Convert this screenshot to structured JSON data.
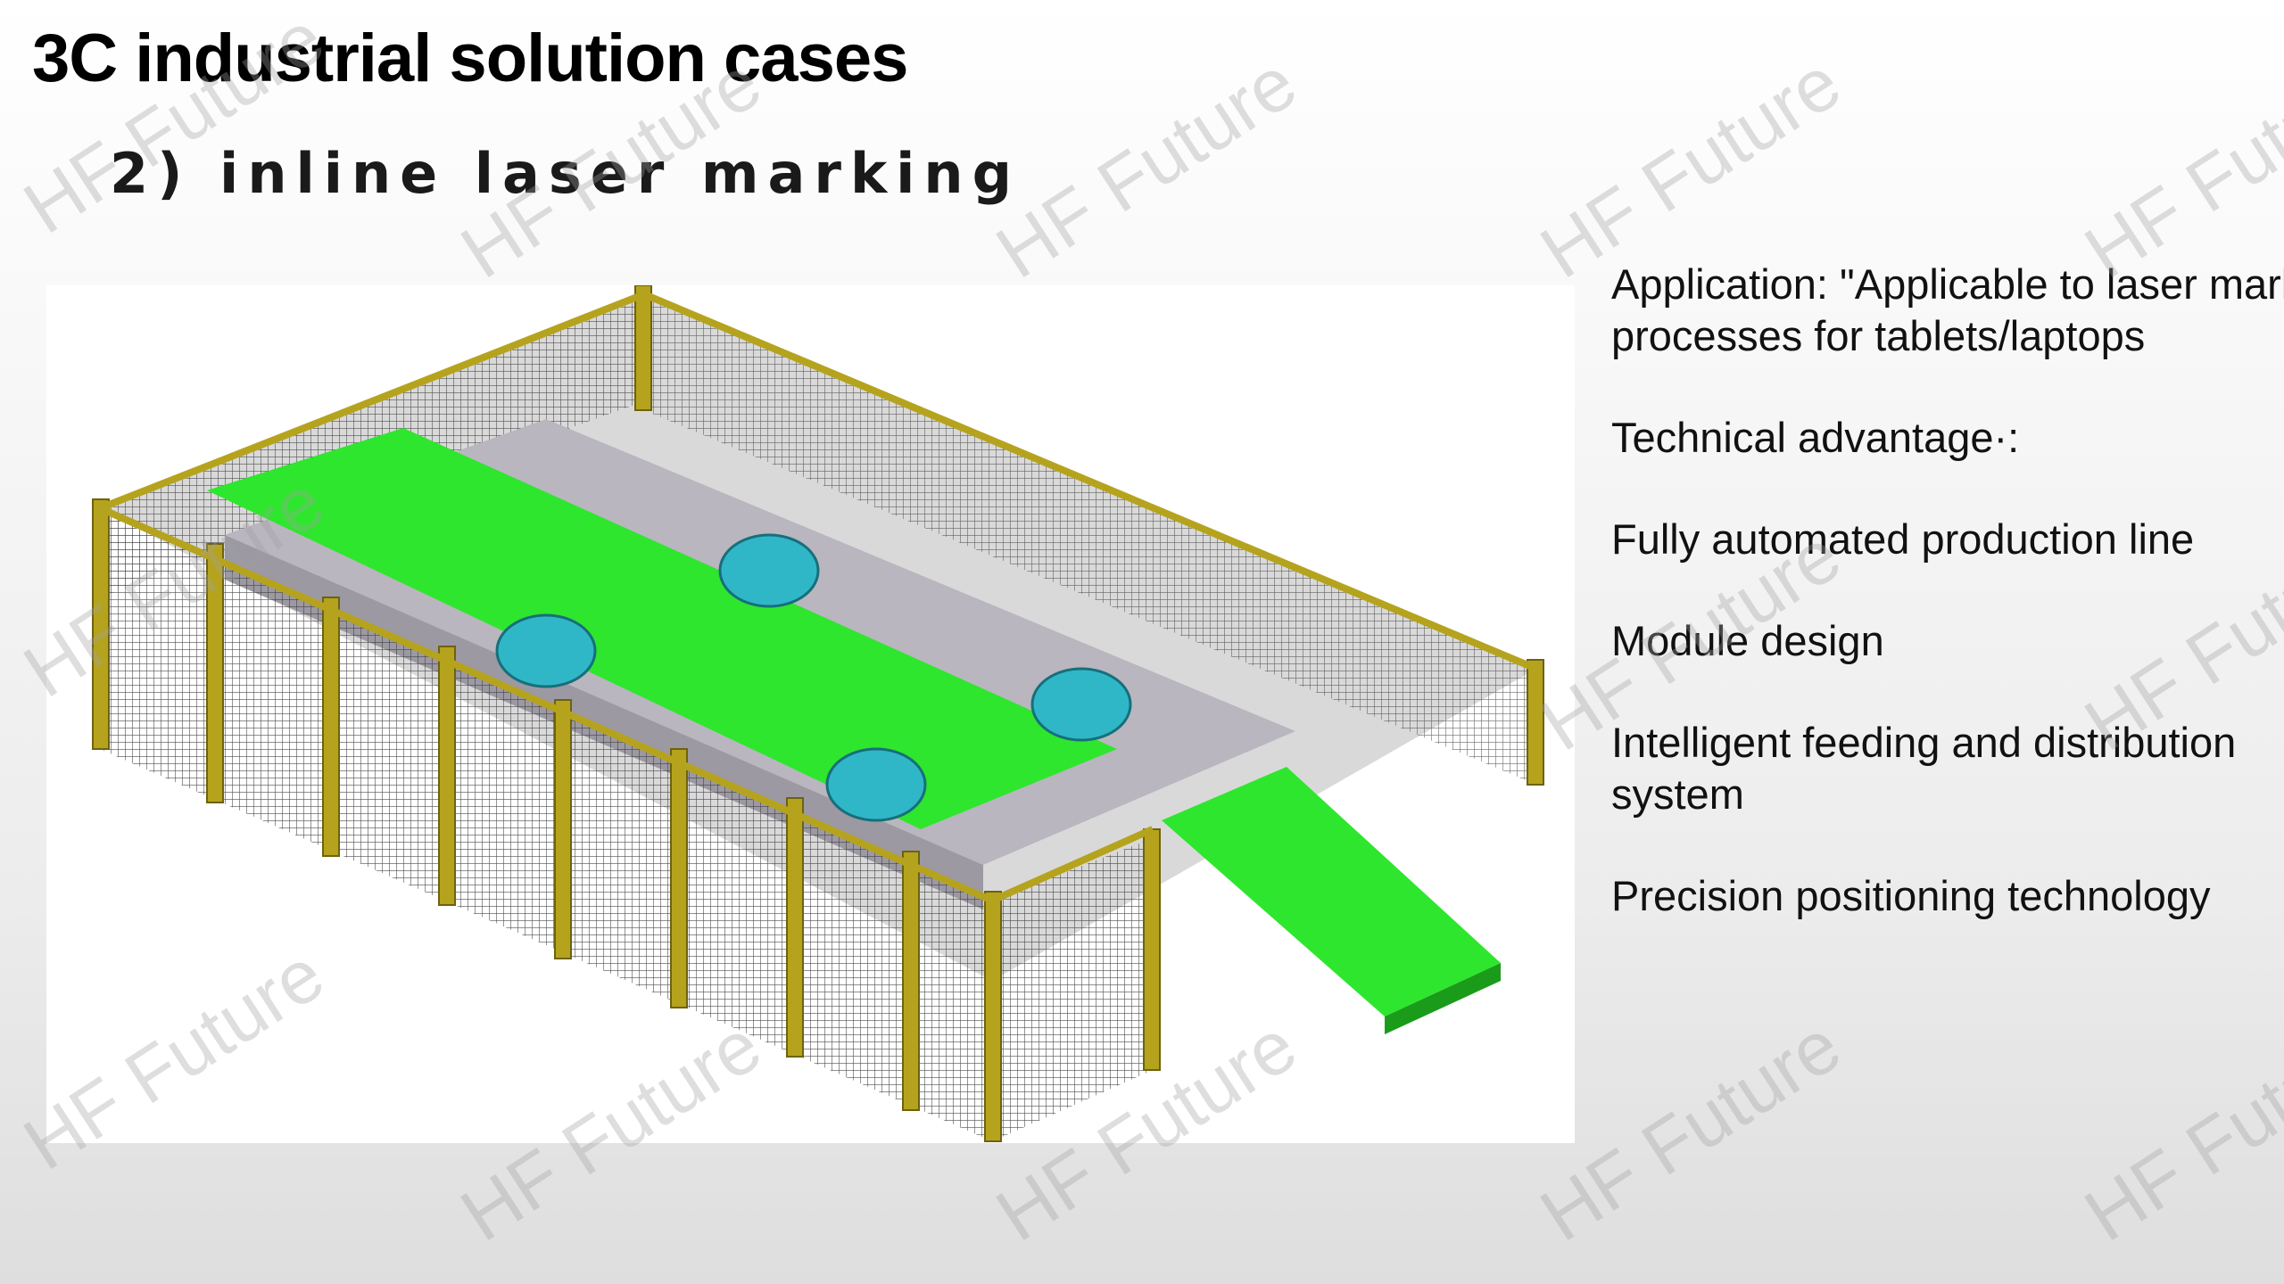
{
  "slide": {
    "title": "3C industrial solution cases",
    "subtitle": "2) inline laser marking"
  },
  "info": {
    "application": "Application:  \"Applicable to laser marking processes for tablets/laptops",
    "advantage_heading": "Technical advantage·:",
    "points": [
      "Fully automated production line",
      "Module design",
      "Intelligent feeding and distribution system",
      "Precision positioning technology"
    ]
  },
  "watermark": {
    "text": "HF Future"
  },
  "diagram": {
    "colors": {
      "fence": "#b5a31e",
      "conveyor": "#2ee62e",
      "robot": "#2fb7c8",
      "machine": "#b9b6bf",
      "mesh": "#3a3a3a"
    }
  }
}
